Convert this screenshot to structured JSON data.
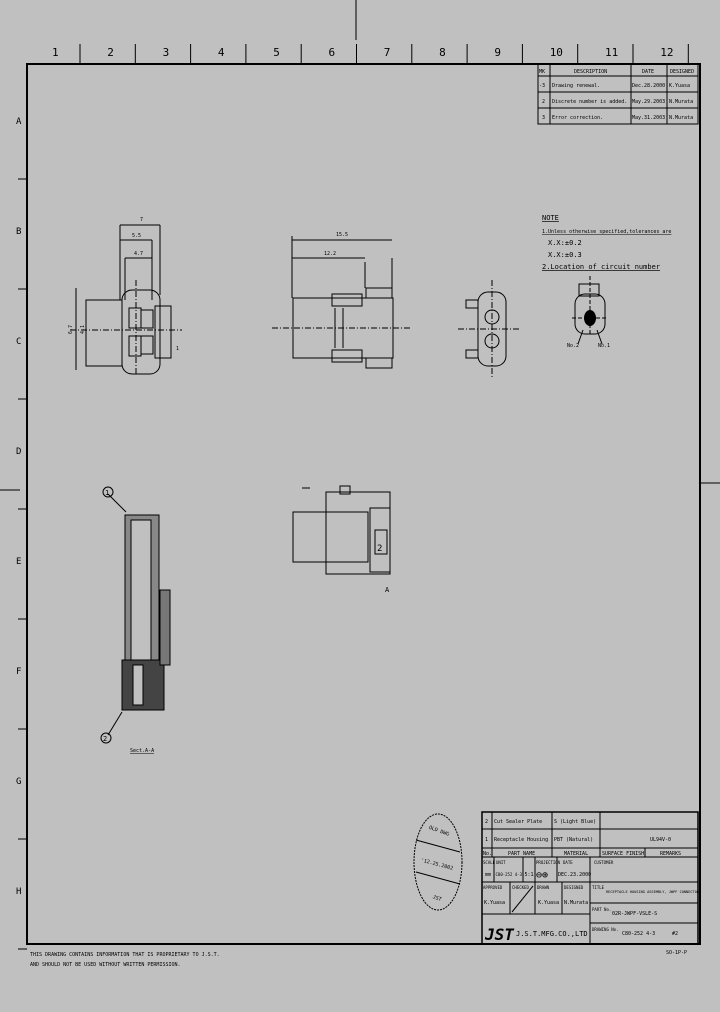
{
  "grid": {
    "columns": [
      "1",
      "2",
      "3",
      "4",
      "5",
      "6",
      "7",
      "8",
      "9",
      "10",
      "11",
      "12"
    ],
    "rows": [
      "A",
      "B",
      "C",
      "D",
      "E",
      "F",
      "G",
      "H"
    ]
  },
  "revisions": {
    "headers": [
      "MK",
      "DESCRIPTION",
      "DATE",
      "DESIGNED"
    ],
    "rows": [
      {
        "mark": "-3",
        "description": "Drawing renewal.",
        "date": "Dec.28.2000",
        "designer": "K.Yuasa"
      },
      {
        "mark": "2",
        "description": "Discrete number is added.",
        "date": "May.29.2003",
        "designer": "N.Murata"
      },
      {
        "mark": "3",
        "description": "Error correction.",
        "date": "May.31.2003",
        "designer": "N.Murata"
      }
    ]
  },
  "notes": {
    "title": "NOTE",
    "lines": [
      "1.Unless otherwise specified,tolerances are",
      "X.X:±0.2",
      "X.X:±0.3",
      "2.Location of circuit number"
    ],
    "circuit_labels": [
      "No.2",
      "No.1"
    ]
  },
  "dimensions": {
    "front": [
      "7",
      "5.5",
      "4.7",
      "6.7",
      "4.1",
      "1"
    ],
    "side": [
      "15.5",
      "12.2"
    ]
  },
  "section_label": "Sect.A-A",
  "balloons": [
    "1",
    "2"
  ],
  "cavity_number": "2",
  "view_marker": "A",
  "stamp": {
    "top": "OLD DWG",
    "middle": "'12.25.2002",
    "bottom": "JST"
  },
  "parts_list": {
    "headers": [
      "No.",
      "PART NAME",
      "MATERIAL",
      "SURFACE FINISH",
      "REMARKS"
    ],
    "rows": [
      {
        "no": "2",
        "name": "Cut Sealer Plate",
        "material": "S (Light Blue)",
        "finish": "",
        "remarks": ""
      },
      {
        "no": "1",
        "name": "Receptacle Housing",
        "material": "PBT (Natural)",
        "finish": "",
        "remarks": "UL94V-0"
      }
    ]
  },
  "title_block": {
    "scale_label": "SCALE",
    "scale": "5:1",
    "unit_label": "UNIT",
    "unit": "mm",
    "projection_label": "PROJECTION",
    "date_label": "DATE",
    "date": "DEC.23.2000",
    "drawn_label": "DRAWN",
    "drawn": "K.Yuasa",
    "approved_label": "APPROVED",
    "approved": "K.Yuasa",
    "checked_label": "CHECKED",
    "designed_label": "DESIGNED",
    "designed": "N.Murata",
    "customer_label": "CUSTOMER",
    "title_label": "TITLE",
    "title": "RECEPTACLE HOUSING ASSEMBLY, JWPF CONNECTOR",
    "part_no_label": "PART No.",
    "part_no": "02R-JWPF-VSLE-S",
    "drawing_no_label": "DRAWING No.",
    "drawing_no": "C80-252 4-3",
    "sheet": "#2",
    "company": "J.S.T.MFG.CO.,LTD",
    "logo": "JST"
  },
  "footer": {
    "disclaimer_1": "THIS DRAWING CONTAINS INFORMATION THAT IS PROPRIETARY TO J.S.T.",
    "disclaimer_2": "AND SHOULD NOT BE USED WITHOUT WRITTEN PERMISSION.",
    "form_no": "SO-1P-P"
  }
}
